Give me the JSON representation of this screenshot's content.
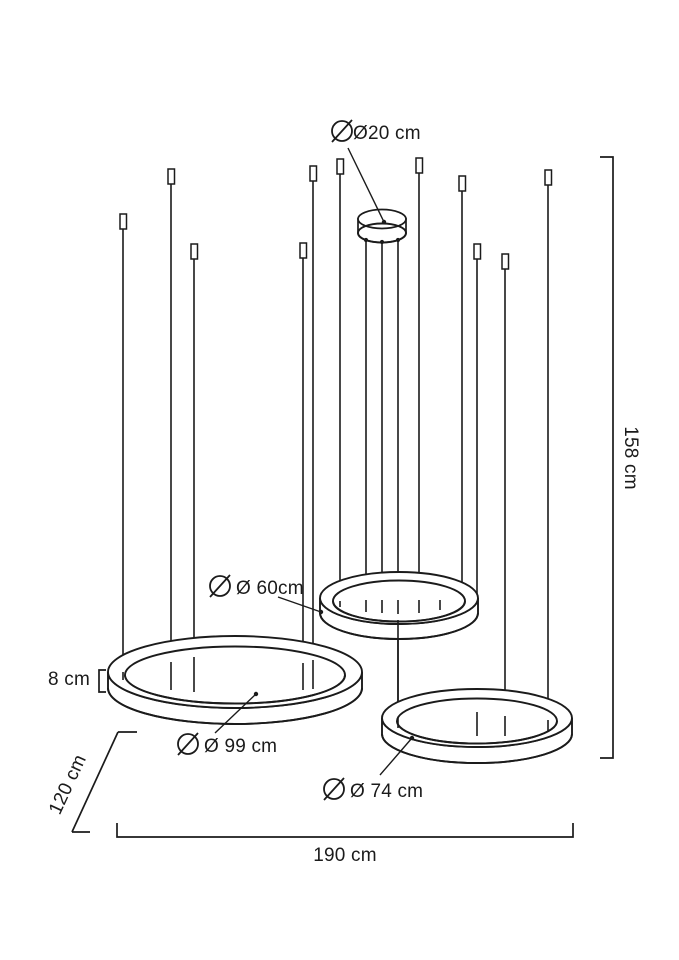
{
  "drawing": {
    "title": "Pendant ring chandelier technical dimension drawing",
    "units": "cm",
    "line_color": "#1b1b1b",
    "background_color": "#ffffff"
  },
  "labels": {
    "canopy_diameter": "Ø20 cm",
    "ring_medium_diameter": "Ø 60cm",
    "ring_large_diameter": "Ø 99 cm",
    "ring_small_diameter": "Ø 74 cm",
    "ring_band_height": "8 cm",
    "total_height": "158 cm",
    "total_width": "190 cm",
    "total_depth": "120 cm"
  },
  "components": {
    "canopy": {
      "name": "ceiling-canopy",
      "diameter_label": "Ø20 cm"
    },
    "rings": [
      {
        "name": "ring-large",
        "diameter_label": "Ø 99 cm",
        "value": 99
      },
      {
        "name": "ring-medium",
        "diameter_label": "Ø 60cm",
        "value": 60
      },
      {
        "name": "ring-small",
        "diameter_label": "Ø 74 cm",
        "value": 74
      }
    ]
  },
  "chart_data": {
    "type": "table",
    "title": "Pendant ring chandelier dimensions",
    "categories": [
      "Canopy Ø",
      "Ring Ø (large)",
      "Ring Ø (medium)",
      "Ring Ø (small)",
      "Ring band height",
      "Total height",
      "Total width",
      "Total depth"
    ],
    "values": [
      20,
      99,
      60,
      74,
      8,
      158,
      190,
      120
    ],
    "unit": "cm",
    "labels": [
      "Ø20 cm",
      "Ø 99 cm",
      "Ø 60cm",
      "Ø 74 cm",
      "8 cm",
      "158 cm",
      "190 cm",
      "120 cm"
    ]
  }
}
